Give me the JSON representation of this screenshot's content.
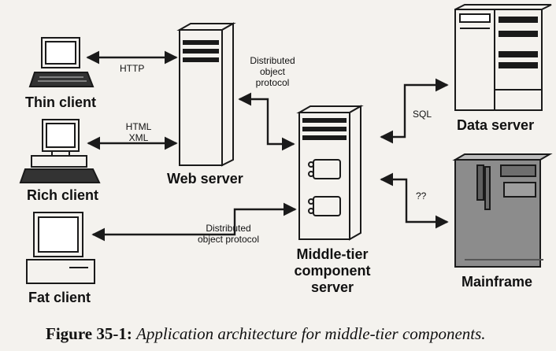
{
  "nodes": {
    "thin_client": "Thin client",
    "rich_client": "Rich client",
    "fat_client": "Fat client",
    "web_server": "Web server",
    "middle_tier": [
      "Middle-tier",
      "component",
      "server"
    ],
    "data_server": "Data server",
    "mainframe": "Mainframe"
  },
  "edges": {
    "thin_web": "HTTP",
    "rich_web": [
      "HTML",
      "XML"
    ],
    "web_middle": [
      "Distributed",
      "object",
      "protocol"
    ],
    "fat_middle": [
      "Distributed",
      "object protocol"
    ],
    "middle_data": "SQL",
    "middle_mainframe": "??"
  },
  "caption": {
    "number": "Figure 35-1:",
    "text": "Application architecture for middle-tier components."
  },
  "colors": {
    "ink": "#1a1a1a",
    "paper": "#f4f2ee",
    "mainframe_fill": "#8c8c8c"
  }
}
